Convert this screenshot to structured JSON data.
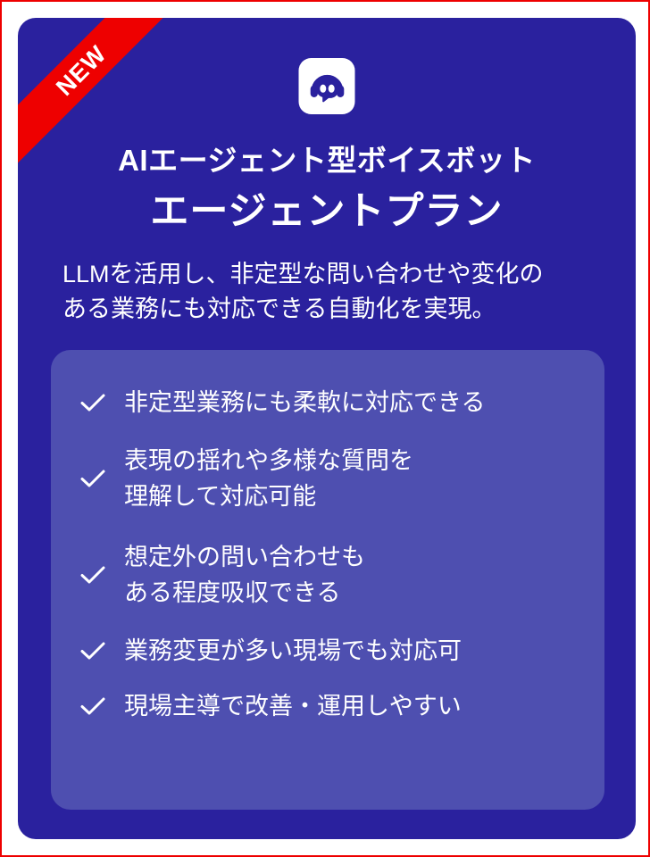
{
  "ribbon": {
    "label": "NEW",
    "color": "#ee0000"
  },
  "card": {
    "background": "#2a219e",
    "panel_background": "#4e4fb0"
  },
  "icon": {
    "name": "voicebot-robot-icon",
    "tile_background": "#ffffff",
    "glyph_color": "#2a219e"
  },
  "header": {
    "headline": "AIエージェント型ボイスボット",
    "plan_title": "エージェントプラン"
  },
  "description": {
    "line1": "LLMを活用し、非定型な問い合わせや変化の",
    "line2": "ある業務にも対応できる自動化を実現。"
  },
  "features": [
    {
      "check": "check-icon",
      "lines": [
        "非定型業務にも柔軟に対応できる"
      ]
    },
    {
      "check": "check-icon",
      "lines": [
        "表現の揺れや多様な質問を",
        "理解して対応可能"
      ]
    },
    {
      "check": "check-icon",
      "lines": [
        "想定外の問い合わせも",
        "ある程度吸収できる"
      ]
    },
    {
      "check": "check-icon",
      "lines": [
        "業務変更が多い現場でも対応可"
      ]
    },
    {
      "check": "check-icon",
      "lines": [
        "現場主導で改善・運用しやすい"
      ]
    }
  ]
}
